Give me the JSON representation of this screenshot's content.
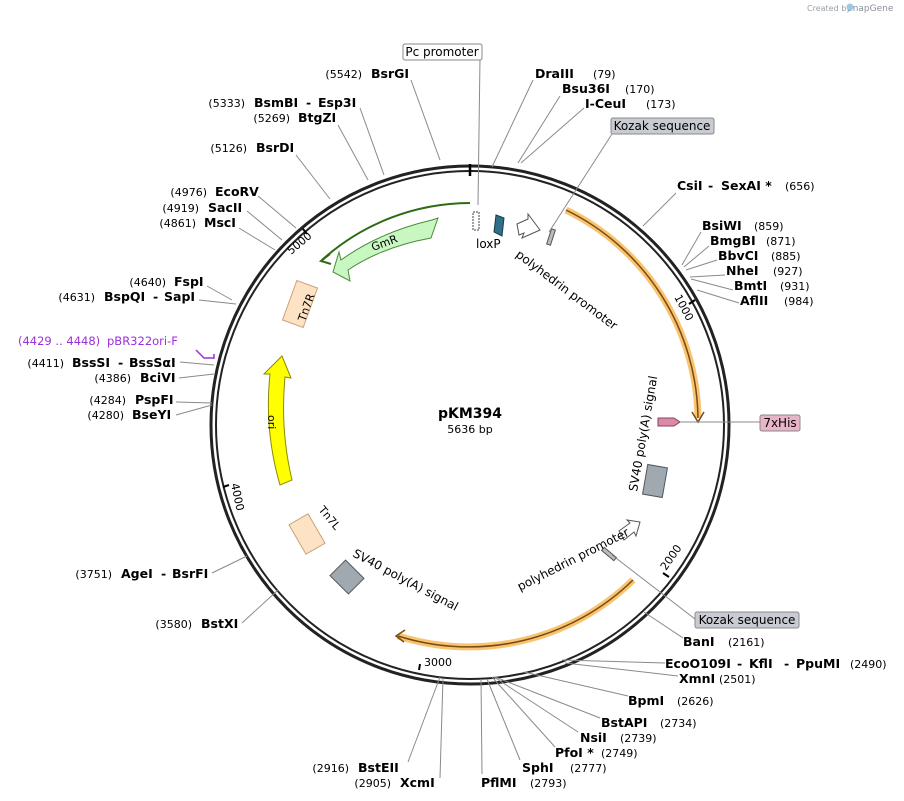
{
  "brand": {
    "created_by": "Created by",
    "product": "SnapGene"
  },
  "plasmid": {
    "name": "pKM394",
    "length": "5636 bp"
  },
  "ticks": [
    "1000",
    "2000",
    "3000",
    "4000",
    "5000"
  ],
  "boxed_labels": {
    "pc_promoter": "Pc promoter",
    "kozak_top": "Kozak sequence",
    "his": "7xHis",
    "kozak_bottom": "Kozak sequence"
  },
  "features": {
    "loxp": "loxP",
    "polyhedrin_top": "polyhedrin promoter",
    "sv40_right": "SV40 poly(A) signal",
    "polyhedrin_bottom": "polyhedrin promoter",
    "sv40_left": "SV40 poly(A) signal",
    "gmr": "GmR",
    "tn7r": "Tn7R",
    "ori": "ori",
    "tn7l": "Tn7L"
  },
  "sites": [
    {
      "name": "BsrGI",
      "pos": "(5542)"
    },
    {
      "name": "BsmBI",
      "name2": "Esp3I",
      "pos": "(5333)"
    },
    {
      "name": "BtgZI",
      "pos": "(5269)"
    },
    {
      "name": "BsrDI",
      "pos": "(5126)"
    },
    {
      "name": "EcoRV",
      "pos": "(4976)"
    },
    {
      "name": "SacII",
      "pos": "(4919)"
    },
    {
      "name": "MscI",
      "pos": "(4861)"
    },
    {
      "name": "FspI",
      "pos": "(4640)"
    },
    {
      "name": "BspQI",
      "name2": "SapI",
      "pos": "(4631)"
    },
    {
      "name": "BssSI",
      "name2": "BssSαI",
      "pos": "(4411)"
    },
    {
      "name": "BciVI",
      "pos": "(4386)"
    },
    {
      "name": "PspFI",
      "pos": "(4284)"
    },
    {
      "name": "BseYI",
      "pos": "(4280)"
    },
    {
      "name": "AgeI",
      "name2": "BsrFI",
      "pos": "(3751)"
    },
    {
      "name": "BstXI",
      "pos": "(3580)"
    },
    {
      "name": "BstEII",
      "pos": "(2916)"
    },
    {
      "name": "XcmI",
      "pos": "(2905)"
    },
    {
      "name": "PflMI",
      "pos": "(2793)"
    },
    {
      "name": "SphI",
      "pos": "(2777)"
    },
    {
      "name": "PfoI *",
      "pos": "(2749)"
    },
    {
      "name": "NsiI",
      "pos": "(2739)"
    },
    {
      "name": "BstAPI",
      "pos": "(2734)"
    },
    {
      "name": "BpmI",
      "pos": "(2626)"
    },
    {
      "name": "XmnI",
      "pos": "(2501)"
    },
    {
      "name": "EcoO109I",
      "name2": "KflI",
      "name3": "PpuMI",
      "pos": "(2490)"
    },
    {
      "name": "BanI",
      "pos": "(2161)"
    },
    {
      "name": "DraIII",
      "pos": "(79)"
    },
    {
      "name": "Bsu36I",
      "pos": "(170)"
    },
    {
      "name": "I-CeuI",
      "pos": "(173)"
    },
    {
      "name": "CsiI",
      "name2": "SexAI *",
      "pos": "(656)"
    },
    {
      "name": "BsiWI",
      "pos": "(859)"
    },
    {
      "name": "BmgBI",
      "pos": "(871)"
    },
    {
      "name": "BbvCI",
      "pos": "(885)"
    },
    {
      "name": "NheI",
      "pos": "(927)"
    },
    {
      "name": "BmtI",
      "pos": "(931)"
    },
    {
      "name": "AflII",
      "pos": "(984)"
    }
  ],
  "primer": {
    "pos": "(4429 .. 4448)",
    "name": "pBR322ori-F"
  },
  "colors": {
    "backbone": "#222222",
    "orf_orange": "#f5b041",
    "gmr_green": "#c9f7c1",
    "ori_yellow": "#ffff00",
    "tn7_peach": "#fde3c3",
    "sv40_gray": "#a0a8b0",
    "loxp_teal": "#2f6f89",
    "his_pink": "#e8b4c8",
    "primer_purple": "#9b30d9"
  }
}
